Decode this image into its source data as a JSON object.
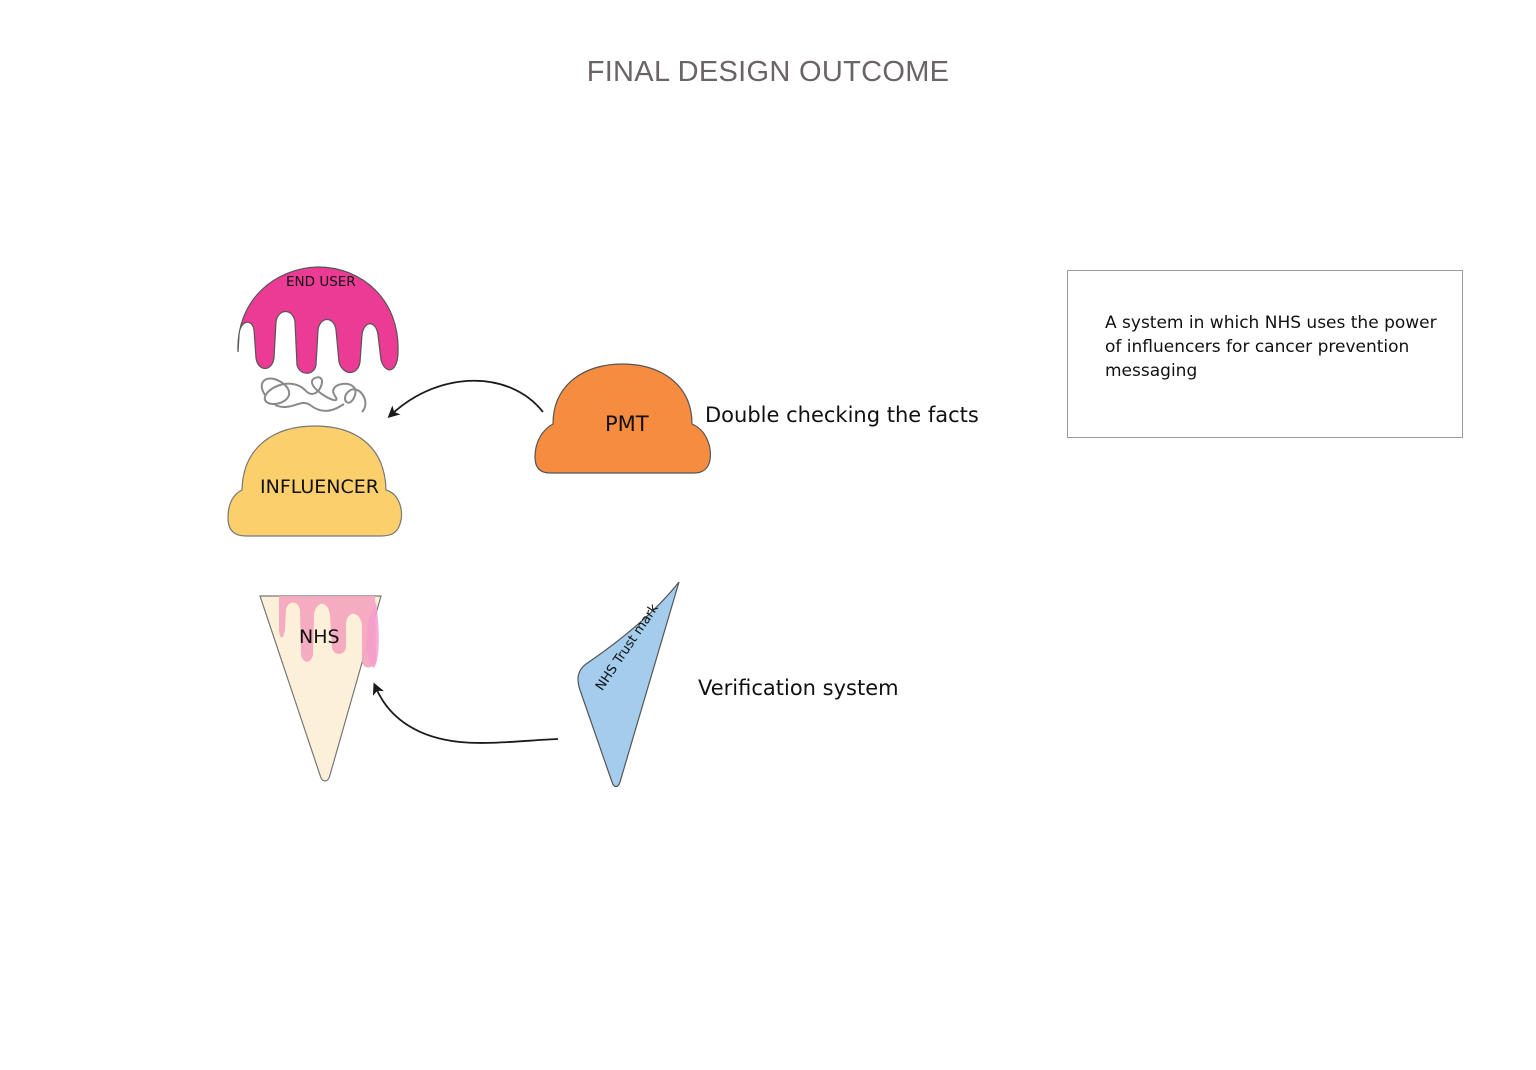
{
  "title": "FINAL DESIGN OUTCOME",
  "nodes": {
    "end_user": "END USER",
    "influencer": "INFLUENCER",
    "pmt": "PMT",
    "nhs": "NHS",
    "trust_mark": "NHS Trust mark"
  },
  "annotations": {
    "double_checking": "Double checking the facts",
    "verification": "Verification system"
  },
  "description": "A system in which NHS uses the power of influencers for cancer prevention messaging",
  "colors": {
    "end_user_fill": "#ec3b95",
    "influencer_fill": "#fbd06c",
    "pmt_fill": "#f68c40",
    "cone_fill": "#fdf0d8",
    "cone_drip_fill": "#f4a8bf",
    "trust_mark_fill": "#a4ccec"
  }
}
